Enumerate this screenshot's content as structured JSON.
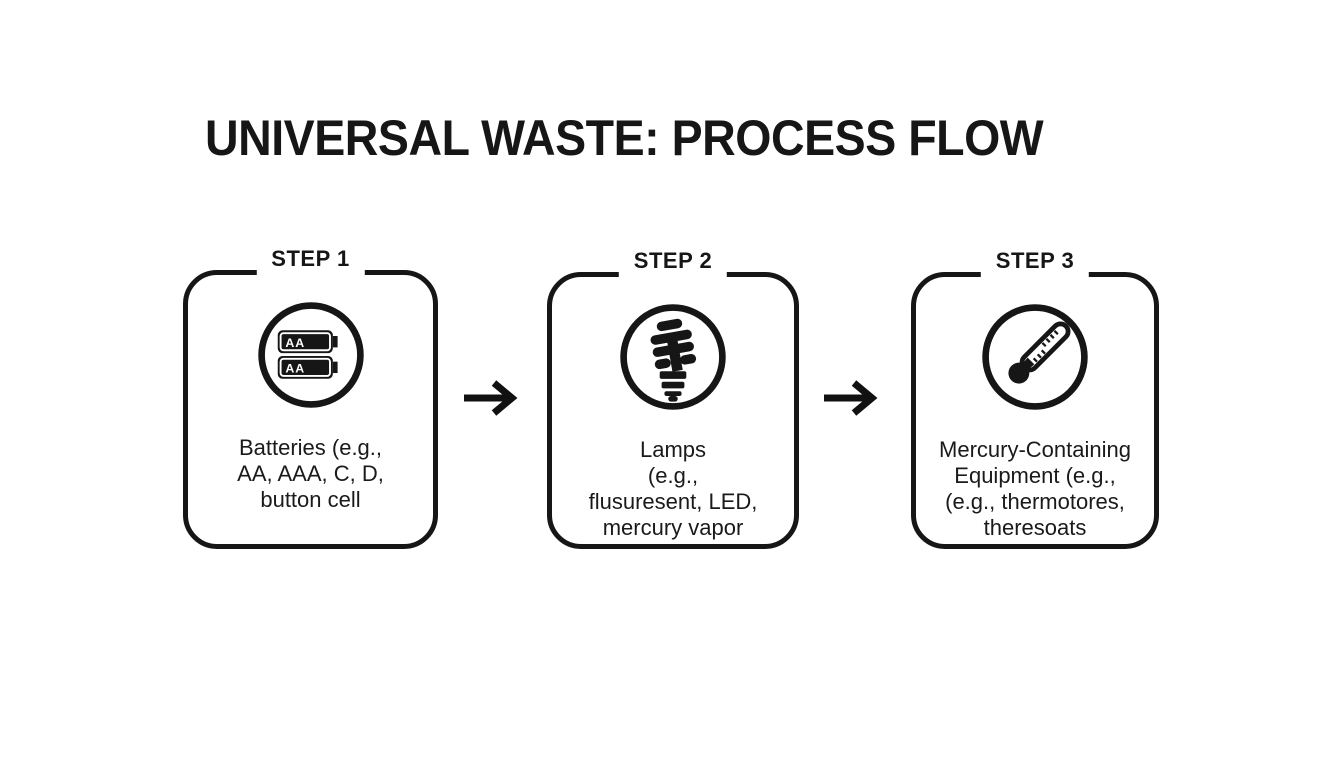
{
  "title": "UNIVERSAL WASTE: PROCESS FLOW",
  "steps": [
    {
      "label": "STEP 1",
      "icon": "battery-icon",
      "lines": [
        "Batteries (e.g.,",
        "AA, AAA, C, D,",
        "button cell"
      ]
    },
    {
      "label": "STEP 2",
      "icon": "cfl-bulb-icon",
      "lines": [
        "Lamps",
        "(e.g.,",
        "flusuresent, LED,",
        "mercury vapor"
      ]
    },
    {
      "label": "STEP 3",
      "icon": "thermometer-icon",
      "lines": [
        "Mercury-Containing",
        "Equipment (e.g.,",
        "(e.g., thermotores,",
        "theresoats"
      ]
    }
  ],
  "battery_cell_text": "AA",
  "arrow_glyph": "→",
  "colors": {
    "ink": "#161616",
    "text": "#1a1a1a",
    "background": "#ffffff"
  }
}
